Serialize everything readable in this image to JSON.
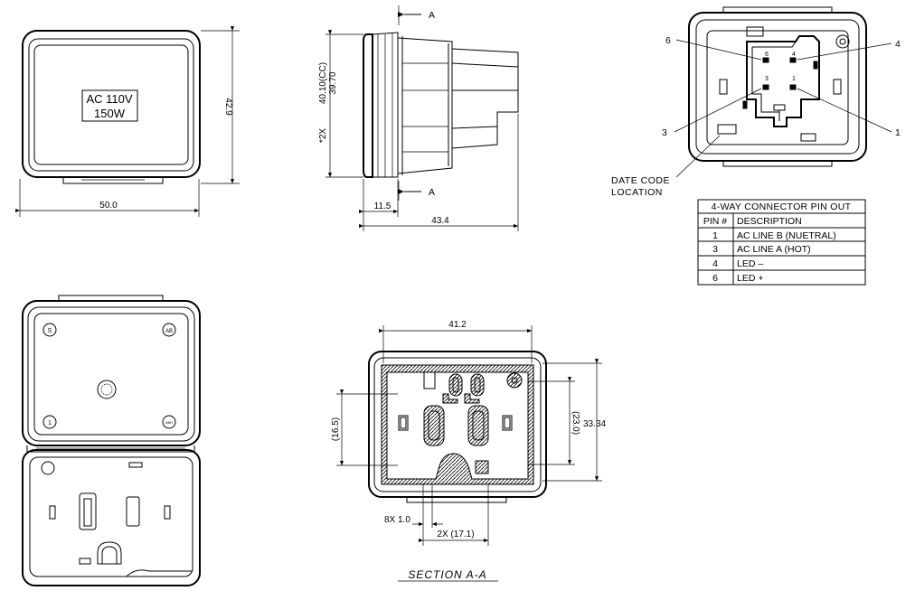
{
  "label_plate": {
    "line1": "AC 110V",
    "line2": "150W"
  },
  "front_view": {
    "width_dim": "50.0",
    "height_dim": "42.9"
  },
  "side_view": {
    "section_mark_top": "A",
    "section_mark_bottom": "A",
    "height_dim_1": "40.10(CC)",
    "height_dim_2": "39.70",
    "height_prefix": "*2X",
    "depth_dim_1": "11.5",
    "depth_dim_2": "43.4"
  },
  "pin_view": {
    "callouts": [
      "6",
      "4",
      "3",
      "1"
    ],
    "date_code_line1": "DATE CODE",
    "date_code_line2": "LOCATION"
  },
  "pin_table": {
    "title": "4-WAY CONNECTOR PIN OUT",
    "headers": [
      "PIN #",
      "DESCRIPTION"
    ],
    "rows": [
      [
        "1",
        "AC LINE B (NUETRAL)"
      ],
      [
        "3",
        "AC LINE A (HOT)"
      ],
      [
        "4",
        "LED –"
      ],
      [
        "6",
        "LED +"
      ]
    ]
  },
  "open_view": {
    "marks": [
      "S",
      "AB",
      "1",
      "ABR"
    ]
  },
  "section_view": {
    "width_dim": "41.2",
    "left_dim": "(16.5)",
    "right_dim": "(23.0)",
    "height_dim": "33.34",
    "spacing_dim": "8X 1.0",
    "pitch_dim": "2X (17.1)",
    "title": "SECTION A-A"
  }
}
